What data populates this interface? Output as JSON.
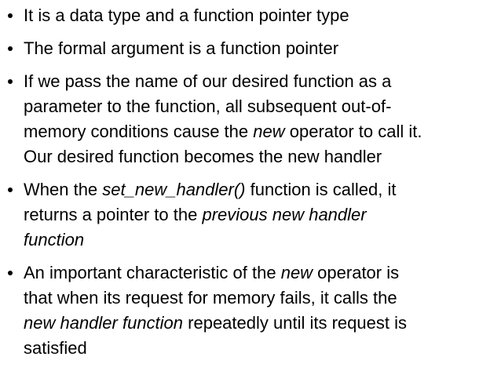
{
  "slide": {
    "background": "#ffffff",
    "text_color": "#000000",
    "bullet_color": "#000000",
    "bullets": [
      {
        "segments": [
          {
            "text": "It is a data type and a function pointer type",
            "italic": false
          }
        ]
      },
      {
        "segments": [
          {
            "text": "The formal argument is a function pointer",
            "italic": false
          }
        ]
      },
      {
        "segments": [
          {
            "text": "If we pass the name of our desired function as a\nparameter to the function, all subsequent out-of-\nmemory conditions cause the ",
            "italic": false
          },
          {
            "text": "new",
            "italic": true
          },
          {
            "text": " operator to call it.\nOur desired function becomes the new handler",
            "italic": false
          }
        ]
      },
      {
        "segments": [
          {
            "text": "When the ",
            "italic": false
          },
          {
            "text": "set_new_handler()",
            "italic": true
          },
          {
            "text": " function is called, it\nreturns a pointer to the ",
            "italic": false
          },
          {
            "text": "previous new handler\nfunction",
            "italic": true
          }
        ]
      },
      {
        "segments": [
          {
            "text": "An important characteristic of the ",
            "italic": false
          },
          {
            "text": "new",
            "italic": true
          },
          {
            "text": " operator is\nthat when its request for memory fails, it calls the\n",
            "italic": false
          },
          {
            "text": "new handler function",
            "italic": true
          },
          {
            "text": " repeatedly until its request is\nsatisfied",
            "italic": false
          }
        ]
      }
    ]
  }
}
